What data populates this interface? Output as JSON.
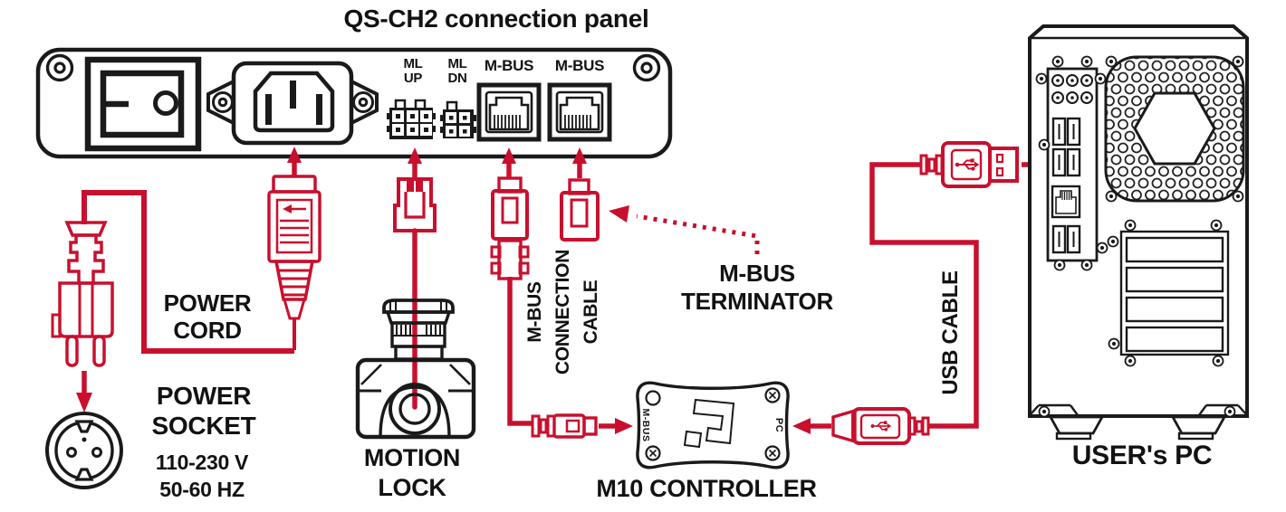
{
  "title": "QS-CH2 connection panel",
  "panel": {
    "ports": {
      "ml_up": {
        "line1": "ML",
        "line2": "UP"
      },
      "ml_dn": {
        "line1": "ML",
        "line2": "DN"
      },
      "m_bus_left": "M-BUS",
      "m_bus_right": "M-BUS"
    }
  },
  "labels": {
    "power_cord": {
      "line1": "POWER",
      "line2": "CORD"
    },
    "power_socket": {
      "line1": "POWER",
      "line2": "SOCKET",
      "voltage": "110-230 V",
      "frequency": "50-60 HZ"
    },
    "motion_lock": {
      "line1": "MOTION",
      "line2": "LOCK"
    },
    "m_bus_connection_cable": {
      "line1": "M-BUS",
      "line2": "CONNECTION",
      "line3": "CABLE"
    },
    "m_bus_terminator": {
      "line1": "M-BUS",
      "line2": "TERMINATOR"
    },
    "m10_controller": "M10 CONTROLLER",
    "usb_cable": "USB CABLE",
    "users_pc": "USER's PC"
  },
  "m10_controller": {
    "left_port_label": "M-BUS",
    "right_port_label": "PC"
  },
  "colors": {
    "accent_red": "#C8102E",
    "line_black": "#1A1A1A"
  },
  "icons": {
    "usb_plug": "usb-trident-icon",
    "power_plug": "schuko-plug-icon",
    "power_socket": "schuko-socket-icon",
    "emergency_stop": "motion-lock-icon",
    "pc_tower": "pc-tower-icon"
  }
}
